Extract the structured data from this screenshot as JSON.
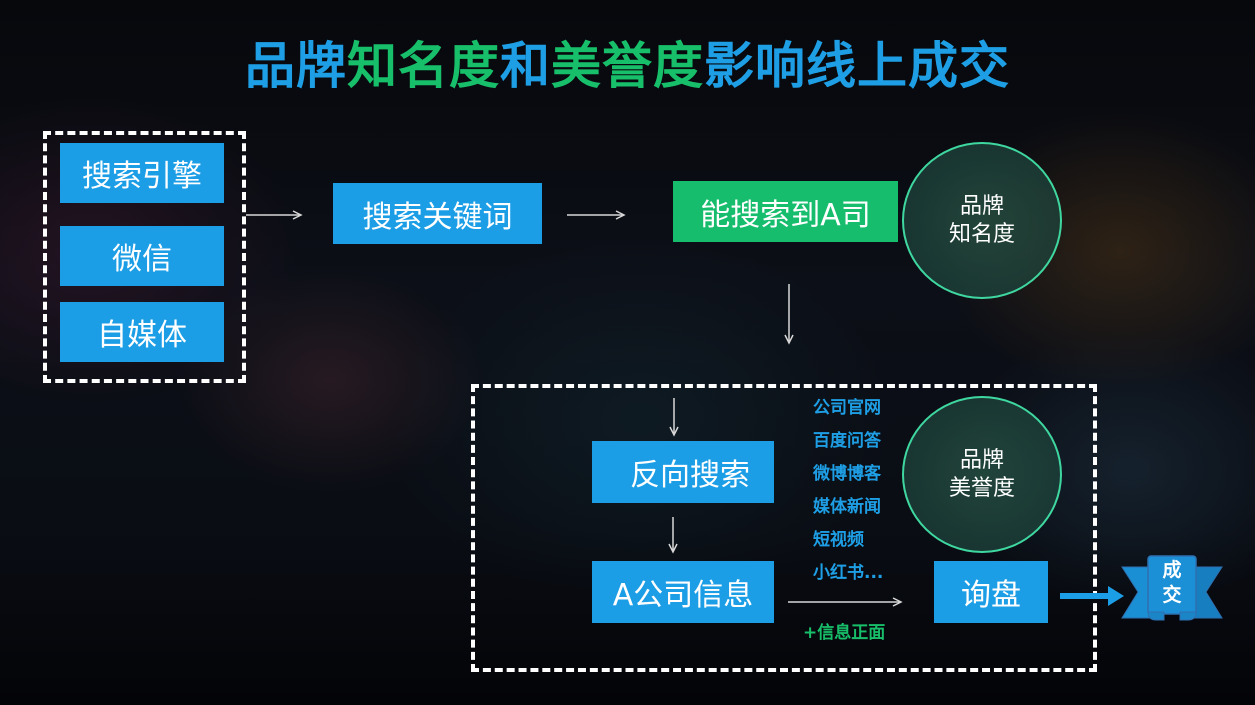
{
  "title": {
    "parts": [
      {
        "text": "品牌",
        "color": "#1e9fe5"
      },
      {
        "text": "知名度",
        "color": "#18bf6a"
      },
      {
        "text": "和",
        "color": "#1e9fe5"
      },
      {
        "text": "美誉度",
        "color": "#18bf6a"
      },
      {
        "text": "影响线上成交",
        "color": "#1e9fe5"
      }
    ]
  },
  "channels": [
    "搜索引擎",
    "微信",
    "自媒体"
  ],
  "flow": {
    "search_keyword": "搜索关键词",
    "found_company": "能搜索到A司",
    "awareness_circle": {
      "line1": "品牌",
      "line2": "知名度"
    },
    "reverse_search": "反向搜索",
    "company_info": "A公司信息",
    "reputation_circle": {
      "line1": "品牌",
      "line2": "美誉度"
    },
    "inquiry": "询盘",
    "deal_ribbon": {
      "line1": "成",
      "line2": "交"
    }
  },
  "info_sources": [
    "公司官网",
    "百度问答",
    "微博博客",
    "媒体新闻",
    "短视频",
    "小红书..."
  ],
  "positive_info": "+信息正面",
  "colors": {
    "blue": "#1c9ee6",
    "green": "#15bd6d",
    "circle_border": "#3fd7a0",
    "ribbon": "#1c8fd6"
  }
}
